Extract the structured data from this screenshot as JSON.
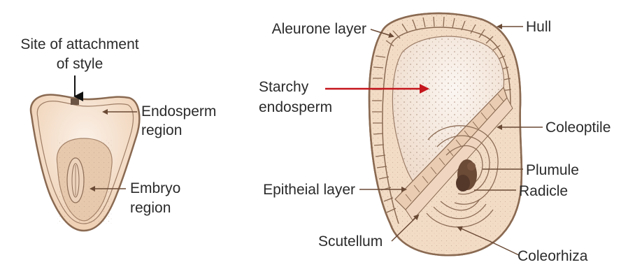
{
  "diagram": {
    "left_seed": {
      "label_attachment_line1": "Site of attachment",
      "label_attachment_line2": "of style",
      "label_endosperm_line1": "Endosperm",
      "label_endosperm_line2": "region",
      "label_embryo_line1": "Embryo",
      "label_embryo_line2": "region"
    },
    "right_seed": {
      "label_aleurone": "Aleurone layer",
      "label_hull": "Hull",
      "label_starchy_line1": "Starchy",
      "label_starchy_line2": "endosperm",
      "label_coleoptile": "Coleoptile",
      "label_plumule": "Plumule",
      "label_radicle": "Radicle",
      "label_epithelial": "Epitheial layer",
      "label_scutellum": "Scutellum",
      "label_coleorhiza": "Coleorhiza"
    },
    "colors": {
      "seed_fill": "#f1d5bc",
      "seed_outline": "#8a6a52",
      "embryo_fill": "#ead0b4",
      "label_text": "#2b2b2b",
      "pointer_arrow": "#c4161c",
      "dark_arrow": "#111111"
    }
  }
}
